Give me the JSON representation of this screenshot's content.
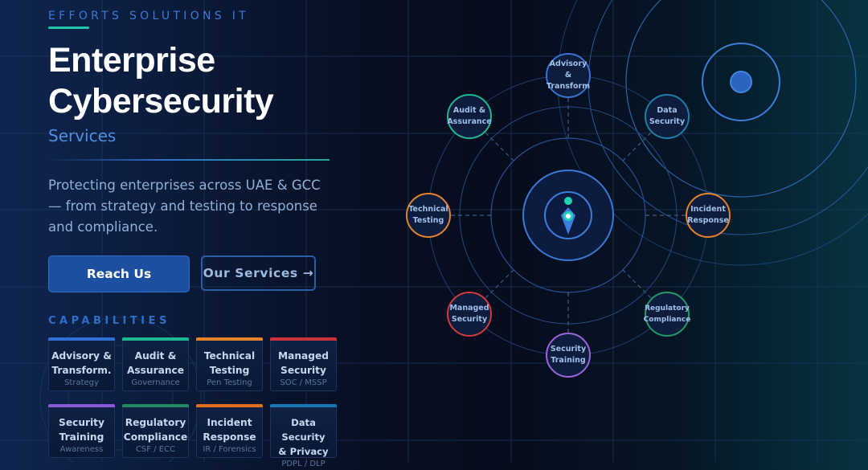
{
  "brand": "EFFORTS SOLUTIONS IT",
  "hero": {
    "title_line1": "Enterprise",
    "title_line2": "Cybersecurity",
    "subtitle": "Services",
    "description": "Protecting enterprises across UAE & GCC — from strategy and testing to response and compliance."
  },
  "buttons": {
    "primary": "Reach Us",
    "secondary": "Our Services →"
  },
  "capabilities": {
    "label": "CAPABILITIES",
    "items": [
      {
        "name": "Advisory &\nTransform.",
        "tag": "Strategy",
        "color": "#2f6fd6"
      },
      {
        "name": "Audit &\nAssurance",
        "tag": "Governance",
        "color": "#1fb792"
      },
      {
        "name": "Technical\nTesting",
        "tag": "Pen Testing",
        "color": "#e5832a"
      },
      {
        "name": "Managed\nSecurity",
        "tag": "SOC / MSSP",
        "color": "#c8343a"
      },
      {
        "name": "Security\nTraining",
        "tag": "Awareness",
        "color": "#8a5ad6"
      },
      {
        "name": "Regulatory\nCompliance",
        "tag": "CSF / ECC",
        "color": "#1f8a62"
      },
      {
        "name": "Incident\nResponse",
        "tag": "IR / Forensics",
        "color": "#e0701f"
      },
      {
        "name": "Data Security\n& Privacy",
        "tag": "PDPL / DLP",
        "color": "#1478b4"
      }
    ]
  },
  "diagram": {
    "center_icon": "shield-pin-icon",
    "nodes": [
      {
        "label": "Advisory\n& Transform",
        "color": "#3b73d0"
      },
      {
        "label": "Data\nSecurity",
        "color": "#1a7fa8"
      },
      {
        "label": "Incident\nResponse",
        "color": "#e5832a"
      },
      {
        "label": "Regulatory\nCompliance",
        "color": "#1f9a6a"
      },
      {
        "label": "Security\nTraining",
        "color": "#9b63dc"
      },
      {
        "label": "Managed\nSecurity",
        "color": "#d03a3c"
      },
      {
        "label": "Technical\nTesting",
        "color": "#e5832a"
      },
      {
        "label": "Audit &\nAssurance",
        "color": "#1fb792"
      }
    ]
  }
}
